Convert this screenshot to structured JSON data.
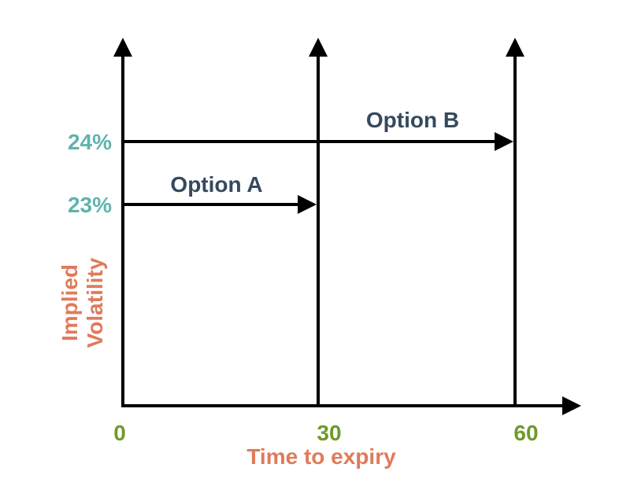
{
  "chart_data": {
    "type": "diagram",
    "y_axis_label": [
      "Implied",
      "Volatility"
    ],
    "x_axis_label": "Time to expiry",
    "y_ticks": [
      "24%",
      "23%"
    ],
    "x_ticks": [
      "0",
      "30",
      "60"
    ],
    "options": [
      {
        "name": "Option A",
        "vol_percent": 23,
        "expiry_days": 30
      },
      {
        "name": "Option B",
        "vol_percent": 24,
        "expiry_days": 60
      }
    ]
  },
  "colors": {
    "axis": "#000000",
    "option_label": "#35495e",
    "y_tick": "#5fb3ad",
    "x_tick": "#6f9a2a",
    "axis_label": "#e07a5a"
  }
}
